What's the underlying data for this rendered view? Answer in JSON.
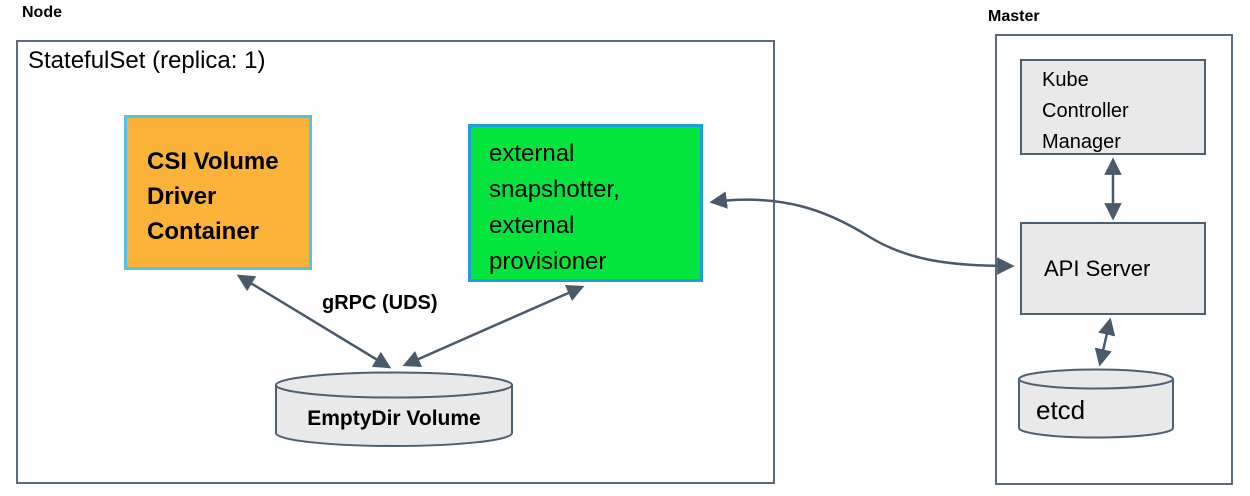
{
  "diagram": {
    "node": {
      "label": "Node",
      "statefulset_label": "StatefulSet (replica: 1)",
      "csi_box": {
        "label": "CSI Volume\nDriver\nContainer"
      },
      "sidecar_box": {
        "label": "external\nsnapshotter,\nexternal\nprovisioner"
      },
      "grpc_label": "gRPC (UDS)",
      "emptydir_label": "EmptyDir Volume"
    },
    "master": {
      "label": "Master",
      "kcm_label": "Kube\nController\nManager",
      "api_label": "API Server",
      "etcd_label": "etcd"
    },
    "icons": {
      "emptydir_cylinder": "database-cylinder-icon",
      "etcd_cylinder": "database-cylinder-icon"
    },
    "colors": {
      "orange_fill": "#fab338",
      "orange_border": "#56c1e8",
      "green_fill": "#03e43c",
      "green_border": "#1f9dde",
      "gray_fill": "#e9e9e9",
      "gray_border": "#4e5f70",
      "outline": "#5b6b7d",
      "arrow": "#4a5a6b"
    }
  }
}
